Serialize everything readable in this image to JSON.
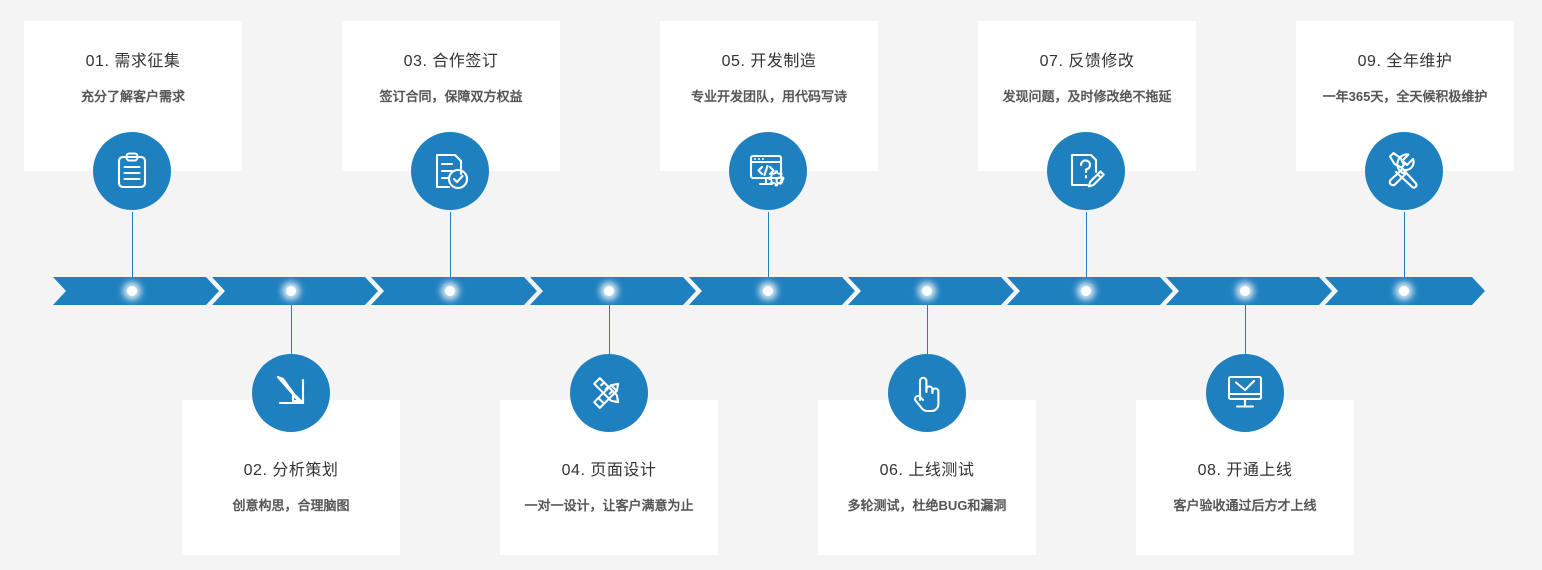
{
  "theme": {
    "background": "#f4f4f4",
    "accent": "#1f80bf",
    "card_background": "#ffffff",
    "title_color": "#333333",
    "subtitle_color": "#555555",
    "node_dot_color": "#ffffff"
  },
  "diagram": {
    "type": "process-timeline",
    "orientation": "horizontal",
    "step_count": 9,
    "steps": [
      {
        "index": "01",
        "title": "01. 需求征集",
        "subtitle": "充分了解客户需求",
        "icon": "clipboard-icon",
        "position": "above"
      },
      {
        "index": "02",
        "title": "02. 分析策划",
        "subtitle": "创意构思，合理脑图",
        "icon": "pencil-arrow-icon",
        "position": "below"
      },
      {
        "index": "03",
        "title": "03. 合作签订",
        "subtitle": "签订合同，保障双方权益",
        "icon": "document-check-icon",
        "position": "above"
      },
      {
        "index": "04",
        "title": "04. 页面设计",
        "subtitle": "一对一设计，让客户满意为止",
        "icon": "pencil-ruler-icon",
        "position": "below"
      },
      {
        "index": "05",
        "title": "05. 开发制造",
        "subtitle": "专业开发团队，用代码写诗",
        "icon": "code-window-gear-icon",
        "position": "above"
      },
      {
        "index": "06",
        "title": "06. 上线测试",
        "subtitle": "多轮测试，杜绝BUG和漏洞",
        "icon": "tapping-hand-icon",
        "position": "below"
      },
      {
        "index": "07",
        "title": "07. 反馈修改",
        "subtitle": "发现问题，及时修改绝不拖延",
        "icon": "question-page-pencil-icon",
        "position": "above"
      },
      {
        "index": "08",
        "title": "08. 开通上线",
        "subtitle": "客户验收通过后方才上线",
        "icon": "monitor-check-icon",
        "position": "below"
      },
      {
        "index": "09",
        "title": "09. 全年维护",
        "subtitle": "一年365天，全天候积极维护",
        "icon": "wrench-screwdriver-icon",
        "position": "above"
      }
    ]
  }
}
